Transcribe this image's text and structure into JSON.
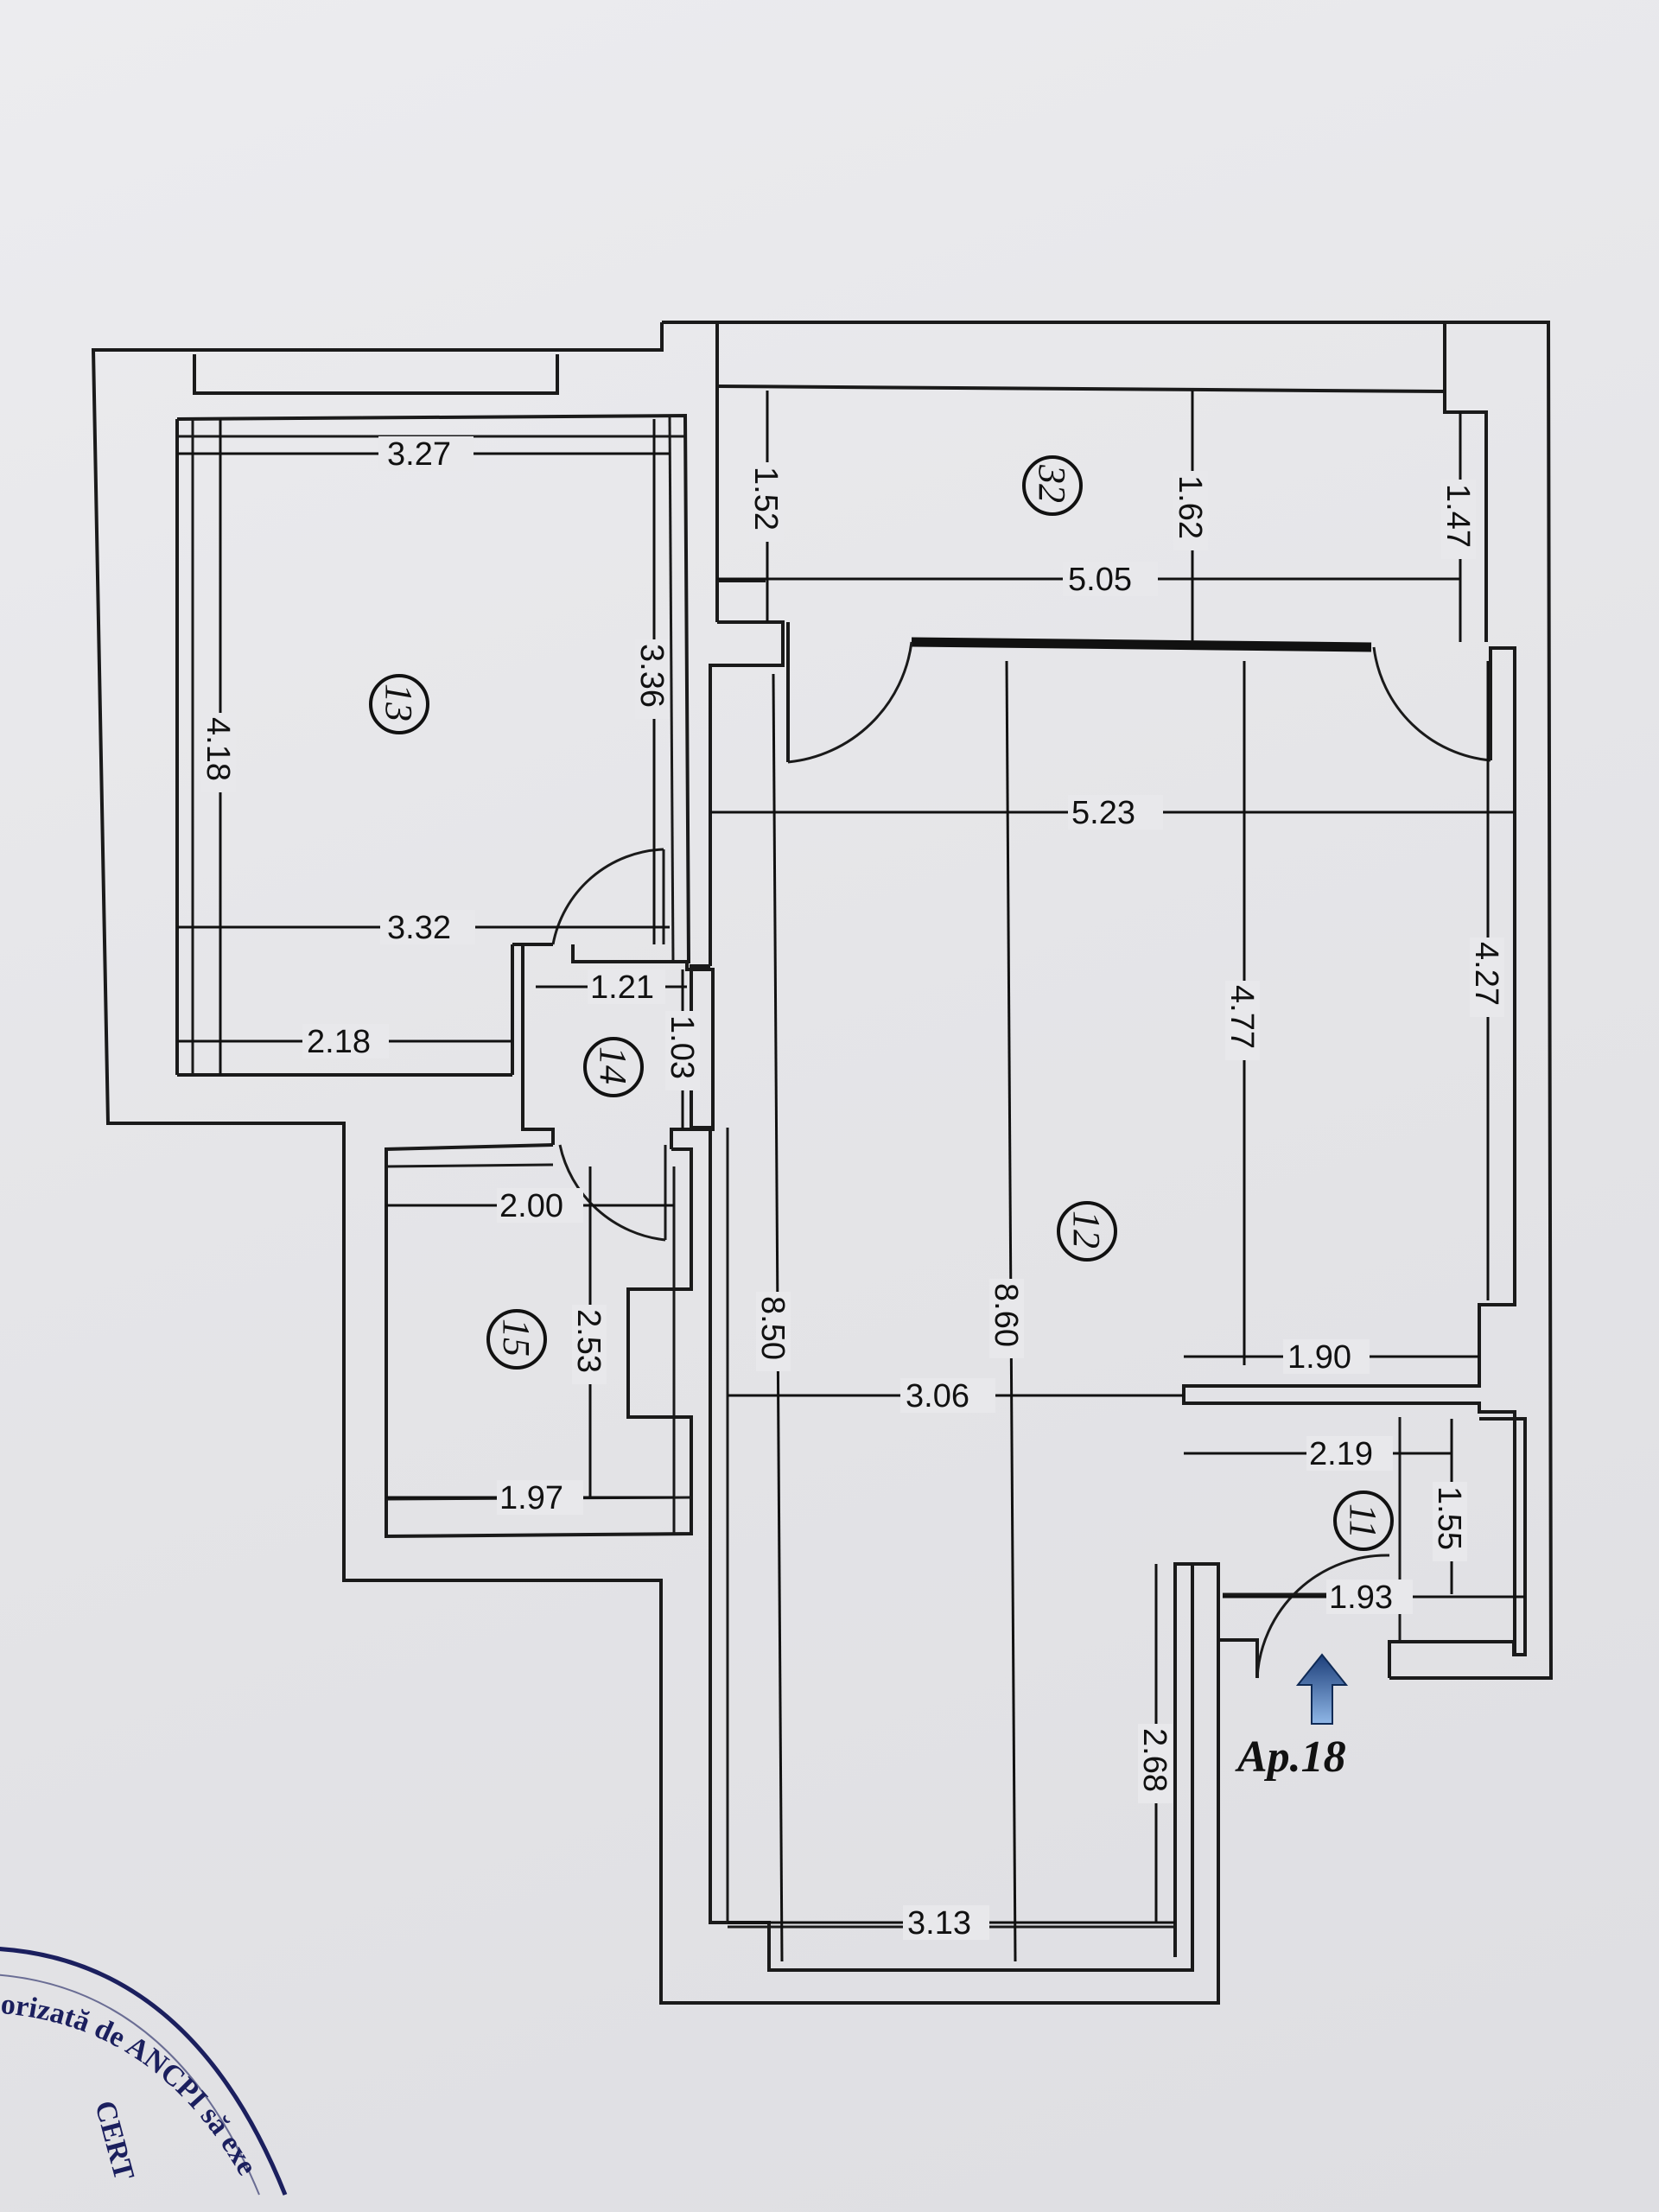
{
  "plan": {
    "rooms": [
      {
        "number": "13"
      },
      {
        "number": "14"
      },
      {
        "number": "15"
      },
      {
        "number": "12"
      },
      {
        "number": "32"
      },
      {
        "number": "11"
      }
    ],
    "dimensions": {
      "d_3_27": "3.27",
      "d_4_18": "4.18",
      "d_3_36": "3.36",
      "d_3_32": "3.32",
      "d_2_18": "2.18",
      "d_1_21": "1.21",
      "d_1_03": "1.03",
      "d_2_00": "2.00",
      "d_2_53": "2.53",
      "d_1_97": "1.97",
      "d_1_52": "1.52",
      "d_1_62": "1.62",
      "d_1_47": "1.47",
      "d_5_05": "5.05",
      "d_5_23": "5.23",
      "d_4_77": "4.77",
      "d_4_27": "4.27",
      "d_8_50": "8.50",
      "d_8_60": "8.60",
      "d_3_06": "3.06",
      "d_1_90": "1.90",
      "d_2_19": "2.19",
      "d_1_55": "1.55",
      "d_1_93": "1.93",
      "d_2_68": "2.68",
      "d_3_13": "3.13"
    },
    "entrance_label": "Ap.18",
    "entrance_arrow_color": "#2f6fb8"
  },
  "stamp": {
    "text_arc": "orizată de ANCPI să exe",
    "text_line1": "CERT",
    "color": "#1b1f5e"
  }
}
